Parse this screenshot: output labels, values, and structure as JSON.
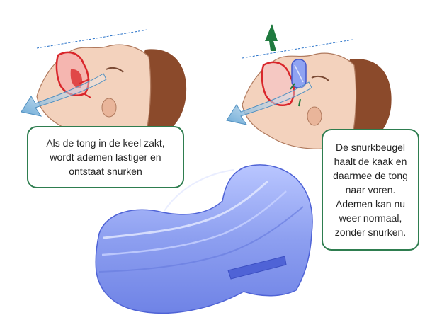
{
  "callouts": {
    "left": {
      "lines": [
        "Als de tong in de keel zakt,",
        "wordt ademen lastiger en",
        "ontstaat snurken"
      ]
    },
    "right": {
      "lines": [
        "De snurkbeugel",
        "haalt de kaak en",
        "daarmee de tong",
        "naar voren.",
        "Ademen kan nu",
        "weer normaal,",
        "zonder snurken."
      ]
    }
  },
  "colors": {
    "callout_border": "#2e7d4f",
    "airway_arrow": "#6aa9d6",
    "mouthguard": "#8fa3f2",
    "motion_arrow": "#1f7a3f",
    "hair": "#8b4a2b",
    "skin": "#f3d2bd",
    "alert": "#d9262b"
  },
  "icons": [
    "airway-arrow-icon",
    "jaw-forward-arrow-icon",
    "mouthguard-illustration"
  ]
}
